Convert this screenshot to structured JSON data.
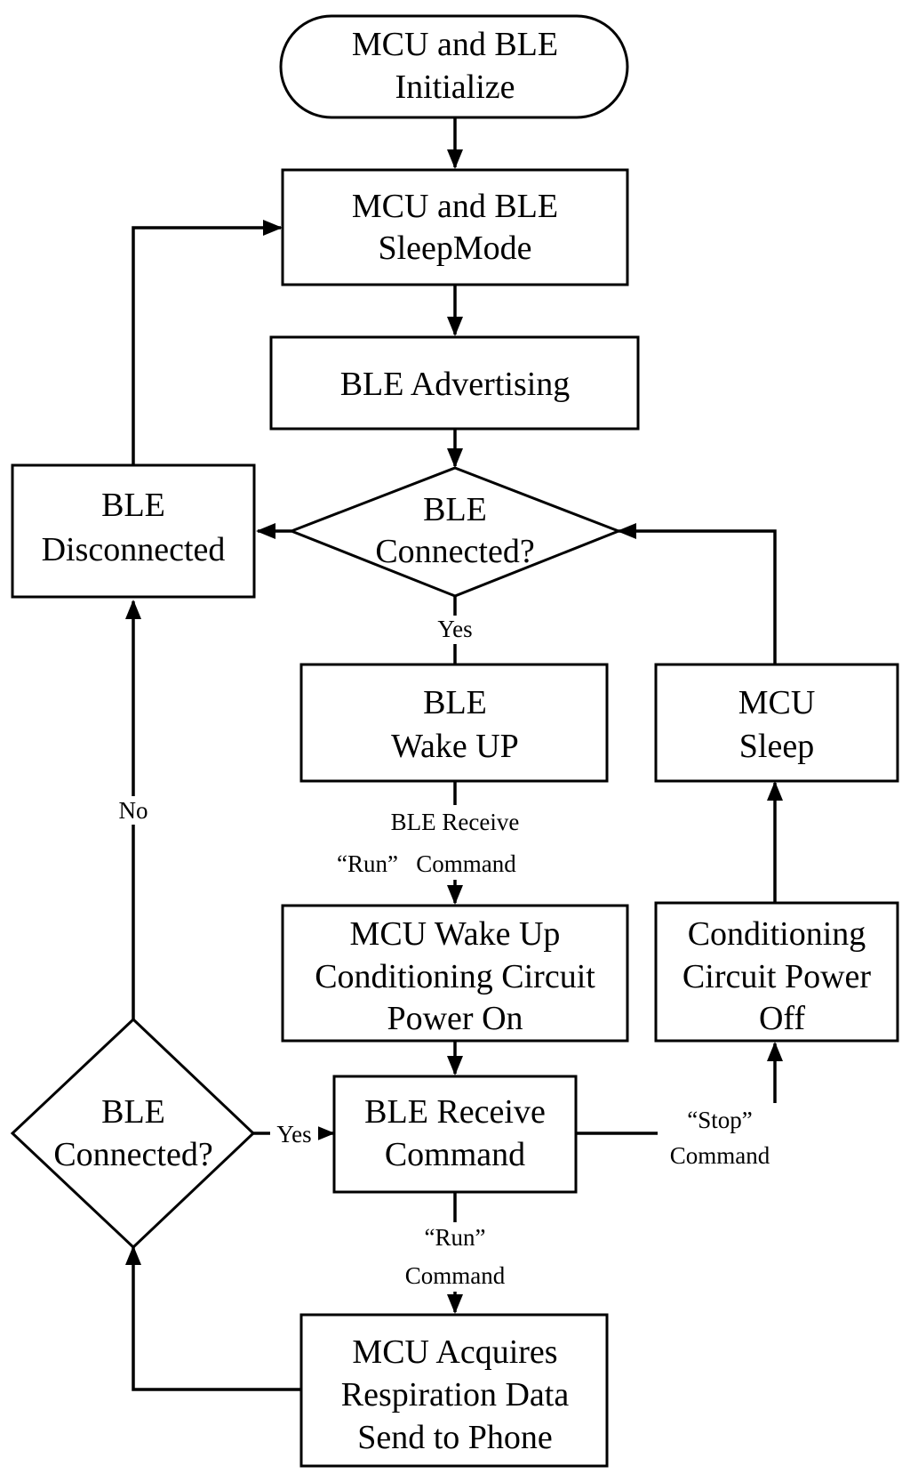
{
  "flowchart": {
    "nodes": {
      "init": {
        "lines": [
          "MCU and BLE",
          "Initialize"
        ]
      },
      "sleep_mode": {
        "lines": [
          "MCU and BLE",
          "SleepMode"
        ]
      },
      "advertising": {
        "lines": [
          "BLE Advertising"
        ]
      },
      "connected_1": {
        "lines": [
          "BLE",
          "Connected?"
        ]
      },
      "disconnected": {
        "lines": [
          "BLE",
          "Disconnected"
        ]
      },
      "wake_up": {
        "lines": [
          "BLE",
          "Wake UP"
        ]
      },
      "mcu_sleep": {
        "lines": [
          "MCU",
          "Sleep"
        ]
      },
      "mcu_wake": {
        "lines": [
          "MCU Wake Up",
          "Conditioning Circuit",
          "Power On"
        ]
      },
      "power_off": {
        "lines": [
          "Conditioning",
          "Circuit Power",
          "Off"
        ]
      },
      "receive_cmd": {
        "lines": [
          "BLE Receive",
          "Command"
        ]
      },
      "connected_2": {
        "lines": [
          "BLE",
          "Connected?"
        ]
      },
      "acquire": {
        "lines": [
          "MCU Acquires",
          "Respiration Data",
          "Send to Phone"
        ]
      }
    },
    "edge_labels": {
      "yes_1": "Yes",
      "receive_run_1": "BLE Receive",
      "receive_run_2": "“Run”   Command",
      "stop_1": "“Stop”",
      "stop_2": "Command",
      "run_1": "“Run”",
      "run_2": "Command",
      "yes_2": "Yes",
      "no": "No"
    }
  }
}
